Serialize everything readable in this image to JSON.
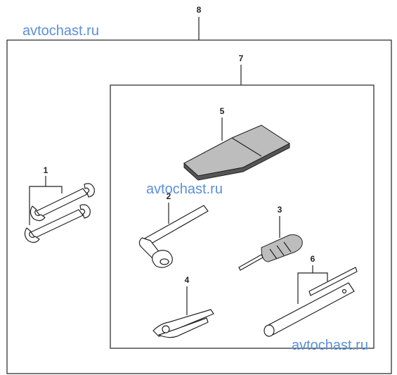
{
  "watermarks": [
    "avtochast.ru",
    "avtochast.ru",
    "avtochast.ru"
  ],
  "callouts": {
    "kit": "8",
    "case": "7",
    "wrenches": "1",
    "plug_wrench": "2",
    "screwdriver": "3",
    "pliers": "4",
    "manual": "5",
    "pipe_wrench": "6"
  }
}
